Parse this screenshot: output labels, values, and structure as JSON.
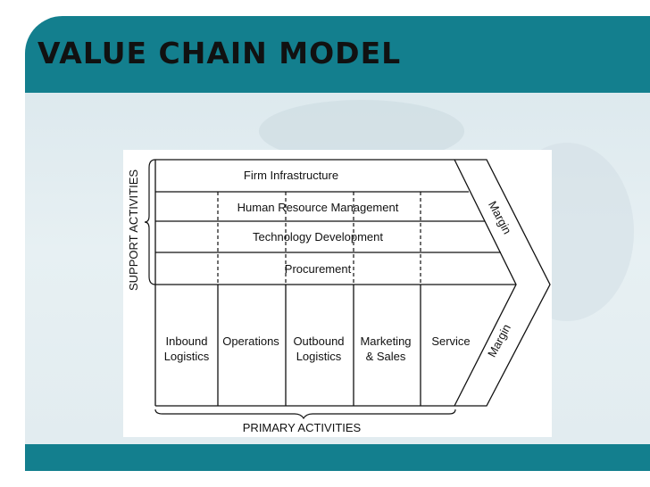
{
  "slide": {
    "title": "VALUE CHAIN MODEL"
  },
  "diagram": {
    "support_label": "SUPPORT ACTIVITIES",
    "primary_label": "PRIMARY ACTIVITIES",
    "support_activities": [
      "Firm Infrastructure",
      "Human Resource Management",
      "Technology Development",
      "Procurement"
    ],
    "primary_activities": [
      {
        "line1": "Inbound",
        "line2": "Logistics"
      },
      {
        "line1": "Operations",
        "line2": ""
      },
      {
        "line1": "Outbound",
        "line2": "Logistics"
      },
      {
        "line1": "Marketing",
        "line2": "& Sales"
      },
      {
        "line1": "Service",
        "line2": ""
      }
    ],
    "margin_top": "Margin",
    "margin_bottom": "Margin"
  },
  "colors": {
    "title_bar": "#137f8e",
    "footer_bar": "#137f8e",
    "title_text": "#111111",
    "diagram_line": "#111111"
  }
}
